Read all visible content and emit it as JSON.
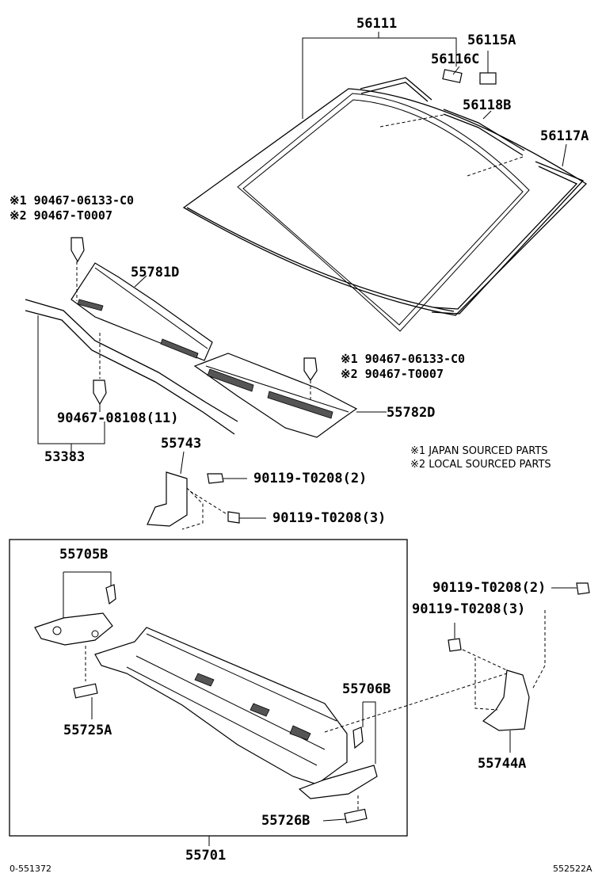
{
  "labels": {
    "p56111": "56111",
    "p56115A": "56115A",
    "p56116C": "56116C",
    "p56118B": "56118B",
    "p56117A": "56117A",
    "clip_top_1": "※1 90467-06133-C0",
    "clip_top_2": "※2 90467-T0007",
    "p55781D": "55781D",
    "clip_right_1": "※1 90467-06133-C0",
    "clip_right_2": "※2 90467-T0007",
    "p55782D": "55782D",
    "clip_bottom": "90467-08108(11)",
    "p53383": "53383",
    "p55743": "55743",
    "bolt_2": "90119-T0208(2)",
    "bolt_3": "90119-T0208(3)",
    "note_1": "※1 JAPAN SOURCED PARTS",
    "note_2": "※2 LOCAL SOURCED PARTS",
    "p55705B": "55705B",
    "p55725A": "55725A",
    "p55706B": "55706B",
    "p55726B": "55726B",
    "p55701": "55701",
    "bolt_r2": "90119-T0208(2)",
    "bolt_r3": "90119-T0208(3)",
    "p55744A": "55744A",
    "footer_left": "0-551372",
    "footer_right": "552522A"
  }
}
